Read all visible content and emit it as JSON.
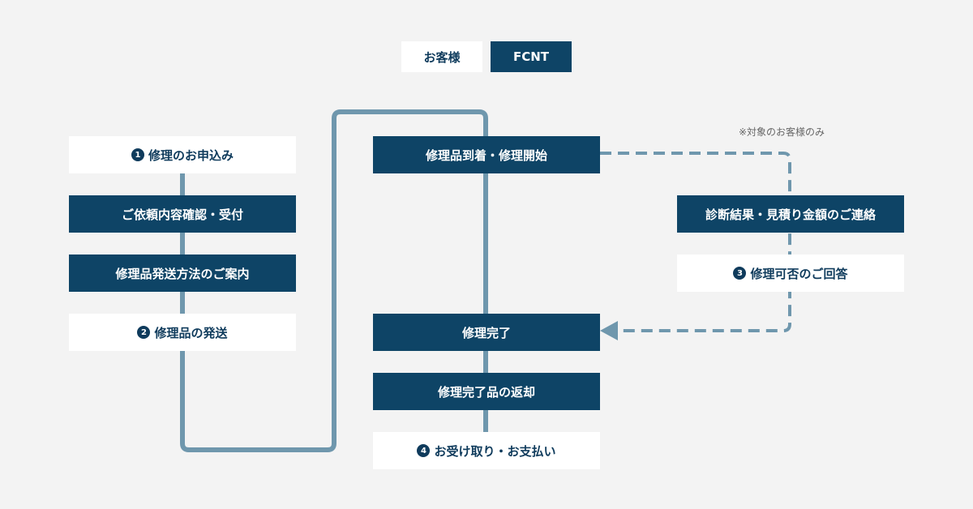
{
  "legend": {
    "customer_label": "お客様",
    "fcnt_label": "FCNT"
  },
  "colors": {
    "background": "#f3f3f3",
    "customer_box": "#ffffff",
    "fcnt_box": "#0e4466",
    "connector": "#6f97ad",
    "text_dark": "#0f3b5c"
  },
  "customer_steps": [
    {
      "number": "1",
      "label": "修理のお申込み"
    },
    {
      "label": "ご依頼内容確認・受付"
    },
    {
      "label": "修理品発送方法のご案内"
    },
    {
      "number": "2",
      "label": "修理品の発送"
    }
  ],
  "repair_steps": [
    {
      "label": "修理品到着・修理開始"
    },
    {
      "label": "修理完了"
    },
    {
      "label": "修理完了品の返却"
    },
    {
      "number": "4",
      "label": "お受け取り・お支払い"
    }
  ],
  "side_steps": [
    {
      "label": "診断結果・見積り金額のご連絡"
    },
    {
      "number": "3",
      "label": "修理可否のご回答"
    }
  ],
  "side_note": "※対象のお客様のみ"
}
